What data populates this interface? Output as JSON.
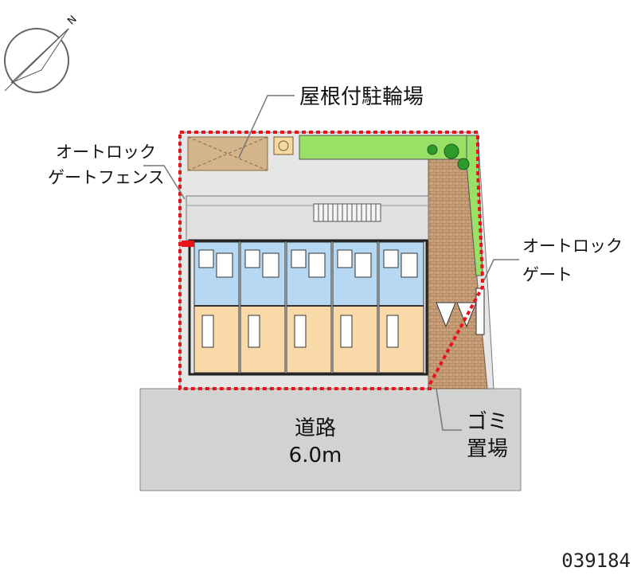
{
  "compass": {
    "north_label": "N"
  },
  "labels": {
    "covered_bicycle_parking": "屋根付駐輪場",
    "autolock_gate_fence_line1": "オートロック",
    "autolock_gate_fence_line2": "ゲートフェンス",
    "autolock_gate_line1": "オートロック",
    "autolock_gate_line2": "ゲート",
    "garbage_area_line1": "ゴミ",
    "garbage_area_line2": "置場",
    "road_name": "道路",
    "road_width": "6.0m"
  },
  "property_code": "039184",
  "colors": {
    "boundary": "#e8141c",
    "greenery": "#99e066",
    "bathroom": "#b6d8f2",
    "room": "#f9d9a8",
    "bike_roof": "#d4b48c",
    "paving": "#c89f77",
    "road": "#d2d2d2",
    "lot": "#e6e6e6"
  },
  "units": [
    {
      "id": "unit-1"
    },
    {
      "id": "unit-2"
    },
    {
      "id": "unit-3"
    },
    {
      "id": "unit-4"
    },
    {
      "id": "unit-5"
    }
  ]
}
